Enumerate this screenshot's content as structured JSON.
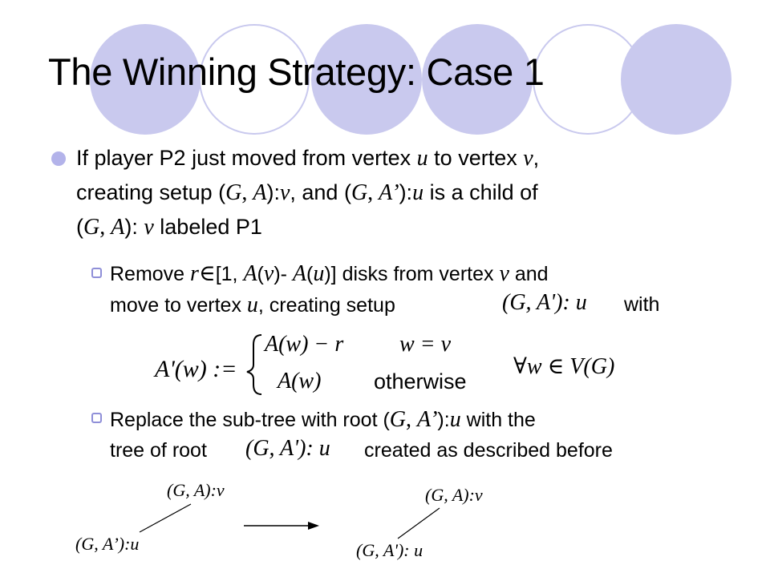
{
  "slide": {
    "title": "The Winning Strategy: Case 1",
    "bullet1": {
      "part1": "If player P2 just moved from vertex ",
      "u": "u",
      "part2": " to vertex ",
      "v": "v",
      "part3": ",",
      "line2_a": "creating setup (",
      "G": "G",
      "comma": ", ",
      "A": "A",
      "line2_b": "):",
      "line2_c": ", and (",
      "Aprime": "A’",
      "line2_d": "):",
      "line2_e": " is a child of",
      "line3_a": "(",
      "line3_b": "): ",
      "line3_c": " labeled P1"
    },
    "sub1": {
      "line1_a": "Remove ",
      "r": "r",
      "line1_b": "[1, ",
      "line1_c": "(",
      "line1_d": ")- ",
      "line1_e": "(",
      "line1_f": ")] disks from vertex ",
      "line1_g": " and",
      "line2_a": "move to vertex ",
      "line2_b": ", creating setup",
      "line2_c": "with"
    },
    "setup_expr": "(G, A'): u",
    "cases": {
      "lhs": "A'(w) :=",
      "case1_value": "A(w) − r",
      "case1_cond": "w = v",
      "case2_value": "A(w)",
      "case2_cond": "otherwise",
      "forall": "∀w ∈ V(G)"
    },
    "sub2": {
      "line1_a": "Replace the sub-tree with root (",
      "line1_b": "):",
      "line1_c": " with the",
      "line2_a": "tree of root",
      "line2_b": "created as described before"
    },
    "tree": {
      "left_root": "(G, A):v",
      "left_child": "(G, A’):u",
      "right_root": "(G, A):v",
      "right_child": "(G, A'): u"
    }
  },
  "colors": {
    "decor": "#c9c9ee",
    "bullet": "#b3b3ea",
    "sub_bullet": "#8f8fd8"
  }
}
